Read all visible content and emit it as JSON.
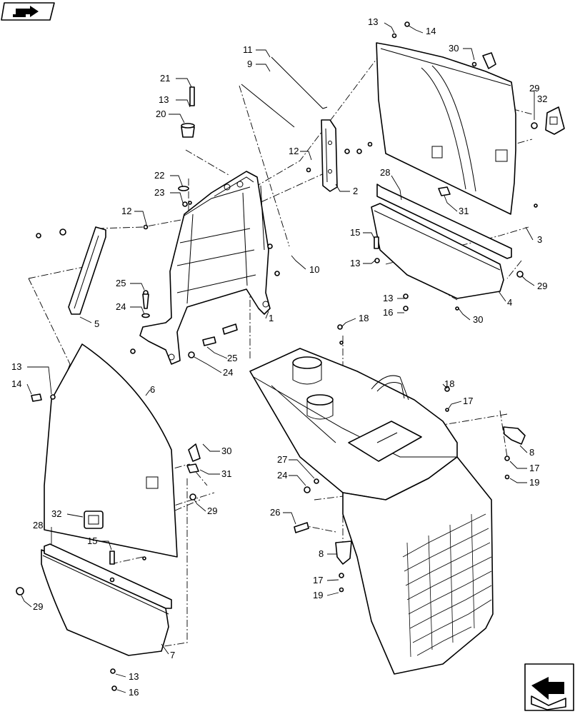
{
  "icons": {
    "top_left": "book-arrow-icon",
    "bottom_right": "next-page-arrow-icon"
  },
  "callouts": [
    {
      "id": "c13a",
      "text": "13"
    },
    {
      "id": "c14a",
      "text": "14"
    },
    {
      "id": "c11",
      "text": "11"
    },
    {
      "id": "c9",
      "text": "9"
    },
    {
      "id": "c30a",
      "text": "30"
    },
    {
      "id": "c21",
      "text": "21"
    },
    {
      "id": "c29a",
      "text": "29"
    },
    {
      "id": "c32a",
      "text": "32"
    },
    {
      "id": "c13b",
      "text": "13"
    },
    {
      "id": "c20",
      "text": "20"
    },
    {
      "id": "c12a",
      "text": "12"
    },
    {
      "id": "c2",
      "text": "2"
    },
    {
      "id": "c22",
      "text": "22"
    },
    {
      "id": "c28a",
      "text": "28"
    },
    {
      "id": "c23",
      "text": "23"
    },
    {
      "id": "c31a",
      "text": "31"
    },
    {
      "id": "c12b",
      "text": "12"
    },
    {
      "id": "c3",
      "text": "3"
    },
    {
      "id": "c15a",
      "text": "15"
    },
    {
      "id": "c13c",
      "text": "13"
    },
    {
      "id": "c10",
      "text": "10"
    },
    {
      "id": "c29b",
      "text": "29"
    },
    {
      "id": "c25a",
      "text": "25"
    },
    {
      "id": "c13d",
      "text": "13"
    },
    {
      "id": "c4",
      "text": "4"
    },
    {
      "id": "c24a",
      "text": "24"
    },
    {
      "id": "c16a",
      "text": "16"
    },
    {
      "id": "c1",
      "text": "1"
    },
    {
      "id": "c18a",
      "text": "18"
    },
    {
      "id": "c30b",
      "text": "30"
    },
    {
      "id": "c5",
      "text": "5"
    },
    {
      "id": "c25b",
      "text": "25"
    },
    {
      "id": "c24b",
      "text": "24"
    },
    {
      "id": "c13e",
      "text": "13"
    },
    {
      "id": "c6",
      "text": "6"
    },
    {
      "id": "c14b",
      "text": "14"
    },
    {
      "id": "c18b",
      "text": "18"
    },
    {
      "id": "c17a",
      "text": "17"
    },
    {
      "id": "c30c",
      "text": "30"
    },
    {
      "id": "c8a",
      "text": "8"
    },
    {
      "id": "c31b",
      "text": "31"
    },
    {
      "id": "c27",
      "text": "27"
    },
    {
      "id": "c17b",
      "text": "17"
    },
    {
      "id": "c24c",
      "text": "24"
    },
    {
      "id": "c19a",
      "text": "19"
    },
    {
      "id": "c29c",
      "text": "29"
    },
    {
      "id": "c26",
      "text": "26"
    },
    {
      "id": "c32b",
      "text": "32"
    },
    {
      "id": "c28b",
      "text": "28"
    },
    {
      "id": "c15b",
      "text": "15"
    },
    {
      "id": "c8b",
      "text": "8"
    },
    {
      "id": "c17c",
      "text": "17"
    },
    {
      "id": "c19b",
      "text": "19"
    },
    {
      "id": "c29d",
      "text": "29"
    },
    {
      "id": "c7",
      "text": "7"
    },
    {
      "id": "c13f",
      "text": "13"
    },
    {
      "id": "c16b",
      "text": "16"
    }
  ]
}
